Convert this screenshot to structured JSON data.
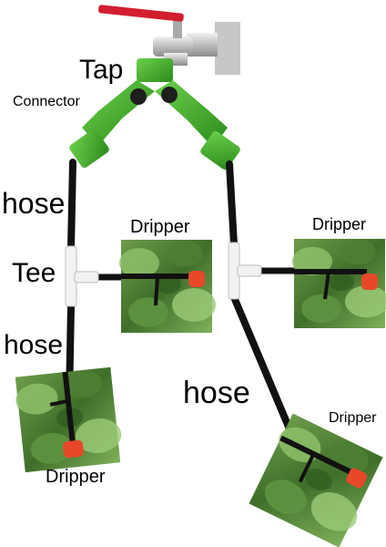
{
  "labels": {
    "tap": "Tap",
    "connector": "Connector",
    "hose_upper": "hose",
    "tee": "Tee",
    "hose_lower_left": "hose",
    "hose_lower_right": "hose",
    "dripper_mid_left": "Dripper",
    "dripper_mid_right": "Dripper",
    "dripper_bottom_right": "Dripper",
    "dripper_bottom_left": "Dripper"
  },
  "colors": {
    "hose": "#111111",
    "connector_green": "#3fae2a",
    "connector_dark": "#2b7f1d",
    "tap_brass": "#c9c9c9",
    "tap_handle": "#d21e2e",
    "wall": "#c7c7c7",
    "tee_white": "#f2f2f2",
    "dripper_red": "#e8482a",
    "leaf_green": "#5a8f3c"
  }
}
